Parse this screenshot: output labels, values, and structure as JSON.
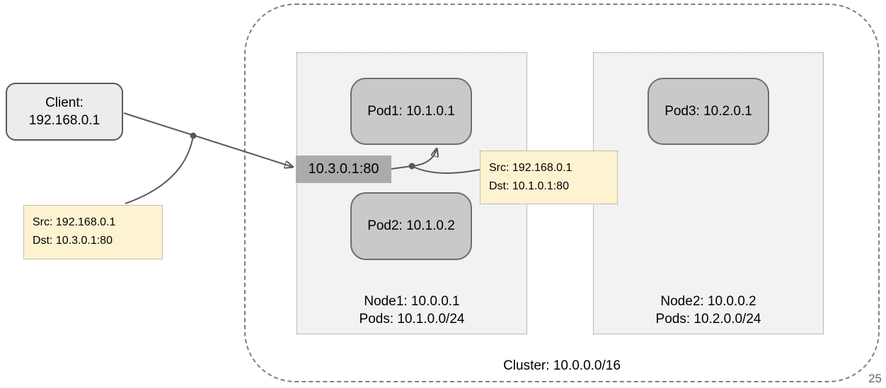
{
  "client": {
    "line1": "Client:",
    "line2": "192.168.0.1"
  },
  "service": {
    "label": "10.3.0.1:80"
  },
  "cluster": {
    "label": "Cluster: 10.0.0.0/16"
  },
  "nodes": [
    {
      "name_line": "Node1: 10.0.0.1",
      "pods_line": "Pods: 10.1.0.0/24"
    },
    {
      "name_line": "Node2: 10.0.0.2",
      "pods_line": "Pods: 10.2.0.0/24"
    }
  ],
  "pods": [
    {
      "label": "Pod1: 10.1.0.1"
    },
    {
      "label": "Pod2: 10.1.0.2"
    },
    {
      "label": "Pod3: 10.2.0.1"
    }
  ],
  "notes": [
    {
      "src": "Src: 192.168.0.1",
      "dst": "Dst: 10.3.0.1:80"
    },
    {
      "src": "Src: 192.168.0.1",
      "dst": "Dst: 10.1.0.1:80"
    }
  ],
  "page": {
    "number": "25"
  },
  "colors": {
    "pod_fill": "#c9c9c9",
    "node_fill": "#f2f2f2",
    "service_fill": "#ababab",
    "note_fill": "#fdf3d1",
    "client_fill": "#ececec",
    "connector": "#595959",
    "dashed_border": "#7f7f7f"
  }
}
